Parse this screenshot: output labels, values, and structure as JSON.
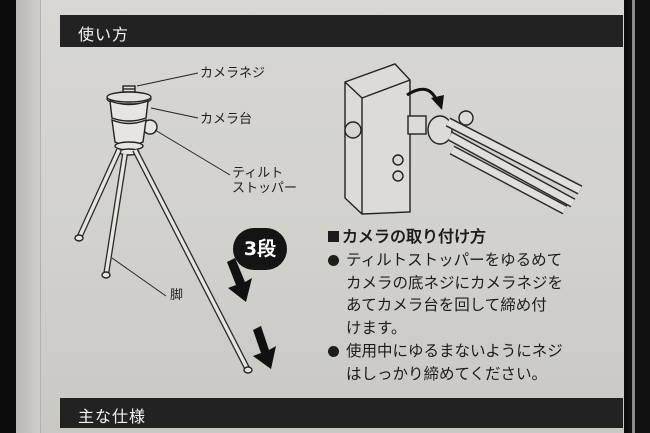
{
  "header": {
    "title": "使い方"
  },
  "footer": {
    "title": "主な仕様"
  },
  "labels": {
    "camera_screw": "カメラネジ",
    "camera_mount": "カメラ台",
    "tilt_stopper_line1": "ティルト",
    "tilt_stopper_line2": "ストッパー",
    "leg": "脚"
  },
  "badge": "3段",
  "howto": {
    "title": "カメラの取り付け方",
    "bullets": [
      {
        "lines": [
          "ティルトストッパーをゆるめて",
          "カメラの底ネジにカメラネジを",
          "あてカメラ台を回して締め付",
          "けます。"
        ]
      },
      {
        "lines": [
          "使用中にゆるまないようにネジ",
          "はしっかり締めてください。"
        ]
      }
    ]
  }
}
